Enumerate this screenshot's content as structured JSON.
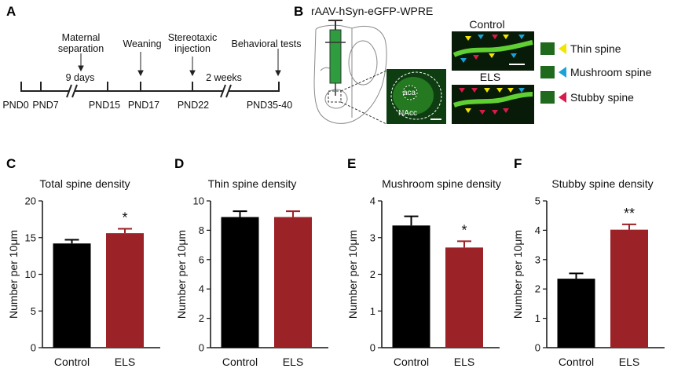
{
  "panels": {
    "a": "A",
    "b": "B",
    "c": "C",
    "d": "D",
    "e": "E",
    "f": "F"
  },
  "timeline": {
    "labels": {
      "pnd0": "PND0",
      "pnd7": "PND7",
      "pnd15": "PND15",
      "pnd17": "PND17",
      "pnd22": "PND22",
      "pnd3540": "PND35-40",
      "maternal_line1": "Maternal",
      "maternal_line2": "separation",
      "weaning": "Weaning",
      "stereo_line1": "Stereotaxic",
      "stereo_line2": "injection",
      "behavior": "Behavioral tests",
      "nine_days": "9 days",
      "two_weeks": "2 weeks"
    }
  },
  "panel_b": {
    "virus": "rAAV-hSyn-eGFP-WPRE",
    "aca": "aca",
    "nacc": "NAcc",
    "control": "Control",
    "els": "ELS",
    "legend": [
      {
        "label": "Thin spine",
        "color": "#f2e600"
      },
      {
        "label": "Mushroom spine",
        "color": "#1aa3d9"
      },
      {
        "label": "Stubby spine",
        "color": "#d81b4a"
      }
    ]
  },
  "y_label": "Number per 10μm",
  "colors": {
    "control": "#000000",
    "els": "#9b2226"
  },
  "chart_data": [
    {
      "type": "bar",
      "title": "Total spine density",
      "categories": [
        "Control",
        "ELS"
      ],
      "values": [
        14.2,
        15.6
      ],
      "errors": [
        0.5,
        0.6
      ],
      "ylim": [
        0,
        20
      ],
      "yticks": [
        0,
        5,
        10,
        15,
        20
      ],
      "significance": "*",
      "ylabel": "Number per 10μm"
    },
    {
      "type": "bar",
      "title": "Thin spine density",
      "categories": [
        "Control",
        "ELS"
      ],
      "values": [
        8.9,
        8.9
      ],
      "errors": [
        0.4,
        0.4
      ],
      "ylim": [
        0,
        10
      ],
      "yticks": [
        0,
        2,
        4,
        6,
        8,
        10
      ],
      "significance": "",
      "ylabel": "Number per 10μm"
    },
    {
      "type": "bar",
      "title": "Mushroom spine density",
      "categories": [
        "Control",
        "ELS"
      ],
      "values": [
        3.33,
        2.73
      ],
      "errors": [
        0.25,
        0.17
      ],
      "ylim": [
        0,
        4
      ],
      "yticks": [
        0,
        1,
        2,
        3,
        4
      ],
      "significance": "*",
      "ylabel": "Number per 10μm"
    },
    {
      "type": "bar",
      "title": "Stubby spine density",
      "categories": [
        "Control",
        "ELS"
      ],
      "values": [
        2.35,
        4.02
      ],
      "errors": [
        0.18,
        0.18
      ],
      "ylim": [
        0,
        5
      ],
      "yticks": [
        0,
        1,
        2,
        3,
        4,
        5
      ],
      "significance": "**",
      "ylabel": "Number per 10μm"
    }
  ]
}
